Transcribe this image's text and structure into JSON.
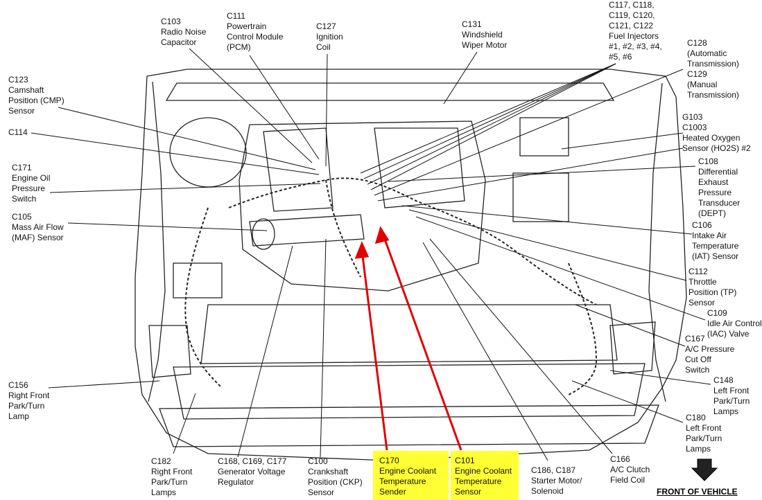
{
  "callouts": [
    {
      "id": "c103",
      "text": "C103\nRadio Noise\nCapacitor"
    },
    {
      "id": "c111",
      "text": "C111\nPowertrain\nControl Module\n(PCM)"
    },
    {
      "id": "c127",
      "text": "C127\nIgnition\nCoil"
    },
    {
      "id": "c131",
      "text": "C131\nWindshield\nWiper Motor"
    },
    {
      "id": "c117",
      "text": "C117, C118,\nC119, C120,\nC121, C122\nFuel Injectors\n#1, #2, #3, #4,\n#5, #6"
    },
    {
      "id": "c128",
      "text": "C128\n(Automatic\nTransmission)\nC129\n(Manual\nTransmission)"
    },
    {
      "id": "c123",
      "text": "C123\nCamshaft\nPosition (CMP)\nSensor"
    },
    {
      "id": "c114",
      "text": "C114"
    },
    {
      "id": "g103",
      "text": "G103\nC1003\nHeated Oxygen\nSensor (HO2S) #2"
    },
    {
      "id": "c108",
      "text": "C108\nDifferential\nExhaust\nPressure\nTransducer\n(DEPT)"
    },
    {
      "id": "c171",
      "text": "C171\nEngine Oil\nPressure\nSwitch"
    },
    {
      "id": "c105",
      "text": "C105\nMass Air Flow\n(MAF) Sensor"
    },
    {
      "id": "c106",
      "text": "C106\nIntake Air\nTemperature\n(IAT) Sensor"
    },
    {
      "id": "c112",
      "text": "C112\nThrottle\nPosition (TP)\nSensor"
    },
    {
      "id": "c109",
      "text": "C109\nIdle Air Control\n(IAC) Valve"
    },
    {
      "id": "c167",
      "text": "C167\nA/C Pressure\nCut Off\nSwitch"
    },
    {
      "id": "c148",
      "text": "C148\nLeft Front\nPark/Turn\nLamps"
    },
    {
      "id": "c156",
      "text": "C156\nRight Front\nPark/Turn\nLamp"
    },
    {
      "id": "c180",
      "text": "C180\nLeft Front\nPark/Turn\nLamps"
    },
    {
      "id": "c182",
      "text": "C182\nRight Front\nPark/Turn\nLamps"
    },
    {
      "id": "c168",
      "text": "C168, C169, C177\nGenerator Voltage\nRegulator"
    },
    {
      "id": "c100",
      "text": "C100\nCrankshaft\nPosition (CKP)\nSensor"
    },
    {
      "id": "c170",
      "text": "C170\nEngine Coolant\nTemperature\nSender"
    },
    {
      "id": "c101",
      "text": "C101\nEngine Coolant\nTemperature\nSensor"
    },
    {
      "id": "c186",
      "text": "C186, C187\nStarter Motor/\nSolenoid"
    },
    {
      "id": "c166",
      "text": "C166\nA/C Clutch\nField Coil"
    }
  ],
  "footer": {
    "front_of_vehicle": "FRONT OF VEHICLE"
  },
  "colors": {
    "highlight": "#ffff33",
    "arrow": "#e00000",
    "ink": "#111111"
  }
}
